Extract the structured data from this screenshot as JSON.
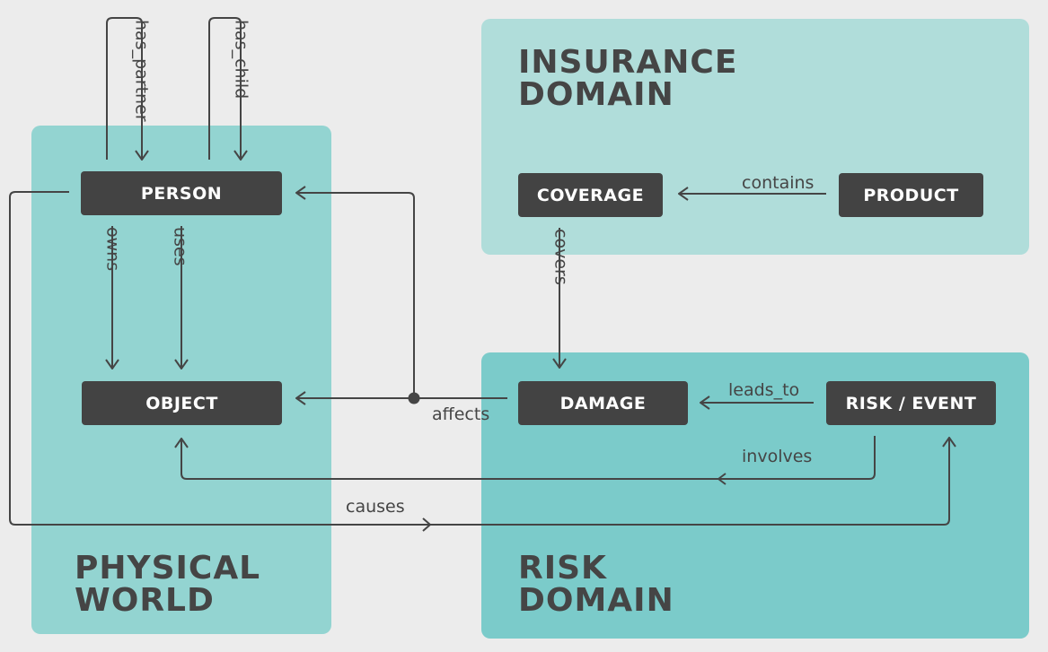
{
  "domains": {
    "insurance": {
      "title": "INSURANCE\nDOMAIN",
      "color": "#b0ddda"
    },
    "physical": {
      "title": "PHYSICAL\nWORLD",
      "color": "#93d4d1"
    },
    "risk": {
      "title": "RISK\nDOMAIN",
      "color": "#7bcbca"
    }
  },
  "nodes": {
    "person": "PERSON",
    "object": "OBJECT",
    "coverage": "COVERAGE",
    "product": "PRODUCT",
    "damage": "DAMAGE",
    "risk_event": "RISK / EVENT"
  },
  "edges": {
    "has_partner": "has_partner",
    "has_child": "has_child",
    "owns": "owns",
    "uses": "uses",
    "contains": "contains",
    "covers": "covers",
    "leads_to": "leads_to",
    "affects": "affects",
    "involves": "involves",
    "causes": "causes"
  },
  "colors": {
    "node": "#434343",
    "line": "#454545",
    "background": "#ececec"
  }
}
